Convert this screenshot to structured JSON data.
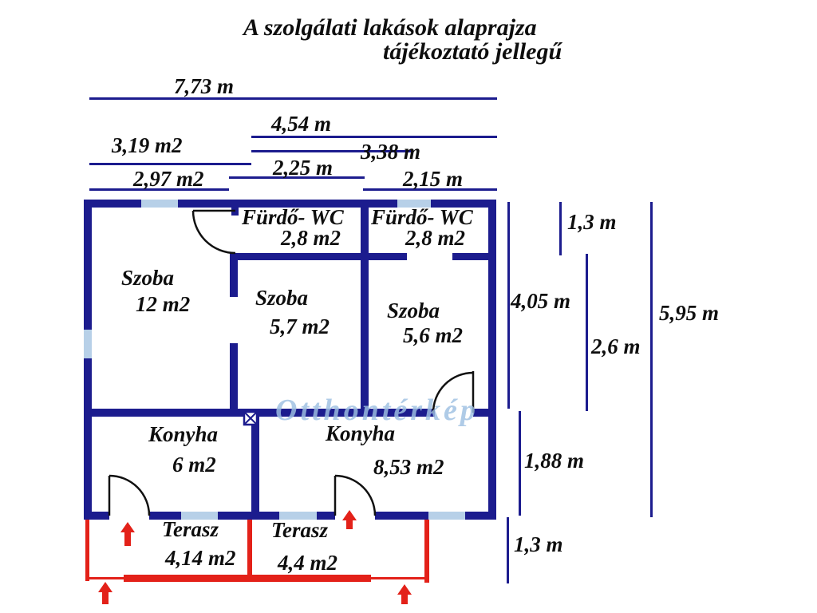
{
  "title": {
    "line1": "A szolgálati lakások alaprajza",
    "line2": "tájékoztató jellegű"
  },
  "dims": {
    "top": [
      {
        "label": "7,73 m"
      },
      {
        "label": "4,54 m"
      },
      {
        "label": "3,19 m2"
      },
      {
        "label": "3,38 m"
      },
      {
        "label": "2,25 m"
      },
      {
        "label": "2,97 m2"
      },
      {
        "label": "2,15 m"
      }
    ],
    "right": [
      {
        "label": "1,3 m"
      },
      {
        "label": "4,05 m"
      },
      {
        "label": "2,6 m"
      },
      {
        "label": "5,95 m"
      },
      {
        "label": "1,88 m"
      },
      {
        "label": "1,3 m"
      }
    ]
  },
  "rooms": {
    "furdo1": {
      "name": "Fürdő- WC",
      "area": "2,8 m2"
    },
    "furdo2": {
      "name": "Fürdő- WC",
      "area": "2,8 m2"
    },
    "szoba12": {
      "name": "Szoba",
      "area": "12 m2"
    },
    "szoba57": {
      "name": "Szoba",
      "area": "5,7 m2"
    },
    "szoba56": {
      "name": "Szoba",
      "area": "5,6 m2"
    },
    "konyha6": {
      "name": "Konyha",
      "area": "6 m2"
    },
    "konyha853": {
      "name": "Konyha",
      "area": "8,53 m2"
    },
    "terasz414": {
      "name": "Terasz",
      "area": "4,14 m2"
    },
    "terasz44": {
      "name": "Terasz",
      "area": "4,4 m2"
    }
  },
  "watermark": "Otthontérkép",
  "colors": {
    "wall_navy": "#1c1c8e",
    "window_blue": "#b7d0e8",
    "terrace_red": "#e32119",
    "text_black": "#0e0e0e",
    "watermark_blue": "#9ec1e0"
  },
  "symbols": {
    "entrance_arrow": "red up-arrow",
    "door": "quarter-circle swing arc",
    "chimney": "boxed X"
  }
}
